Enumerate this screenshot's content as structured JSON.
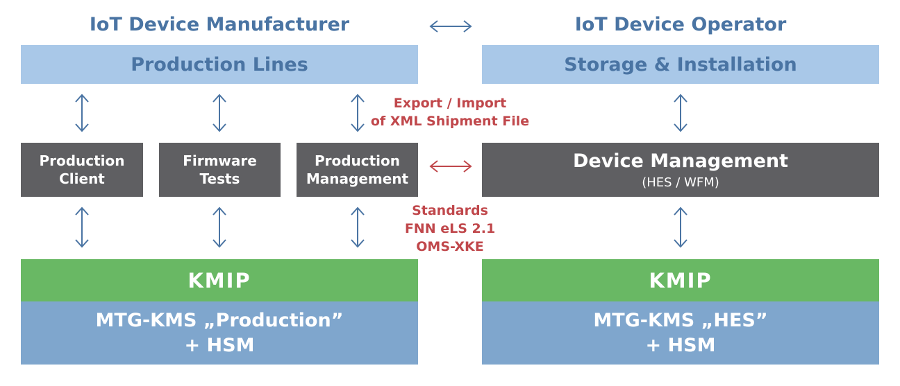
{
  "colors": {
    "header_text": "#4a74a3",
    "light_blue": "#a9c8e8",
    "dark_box": "#5f5f62",
    "green": "#69b864",
    "mid_blue": "#7fa6cd",
    "red_text": "#c0474b",
    "arrow_blue": "#4a74a3",
    "arrow_red": "#c0474b"
  },
  "left": {
    "title": "IoT Device Manufacturer",
    "top_bar": "Production Lines",
    "boxes": [
      {
        "line1": "Production",
        "line2": "Client"
      },
      {
        "line1": "Firmware",
        "line2": "Tests"
      },
      {
        "line1": "Production",
        "line2": "Management"
      }
    ],
    "kmip": "KMIP",
    "kms_line1": "MTG-KMS „Production”",
    "kms_line2": "+ HSM"
  },
  "right": {
    "title": "IoT Device Operator",
    "top_bar": "Storage & Installation",
    "device_mgmt_title": "Device Management",
    "device_mgmt_sub": "(HES / WFM)",
    "kmip": "KMIP",
    "kms_line1": "MTG-KMS „HES”",
    "kms_line2": "+ HSM"
  },
  "middle": {
    "export_line1": "Export / Import",
    "export_line2": "of XML Shipment File",
    "standards_line1": "Standards",
    "standards_line2": "FNN eLS 2.1",
    "standards_line3": "OMS-XKE"
  }
}
